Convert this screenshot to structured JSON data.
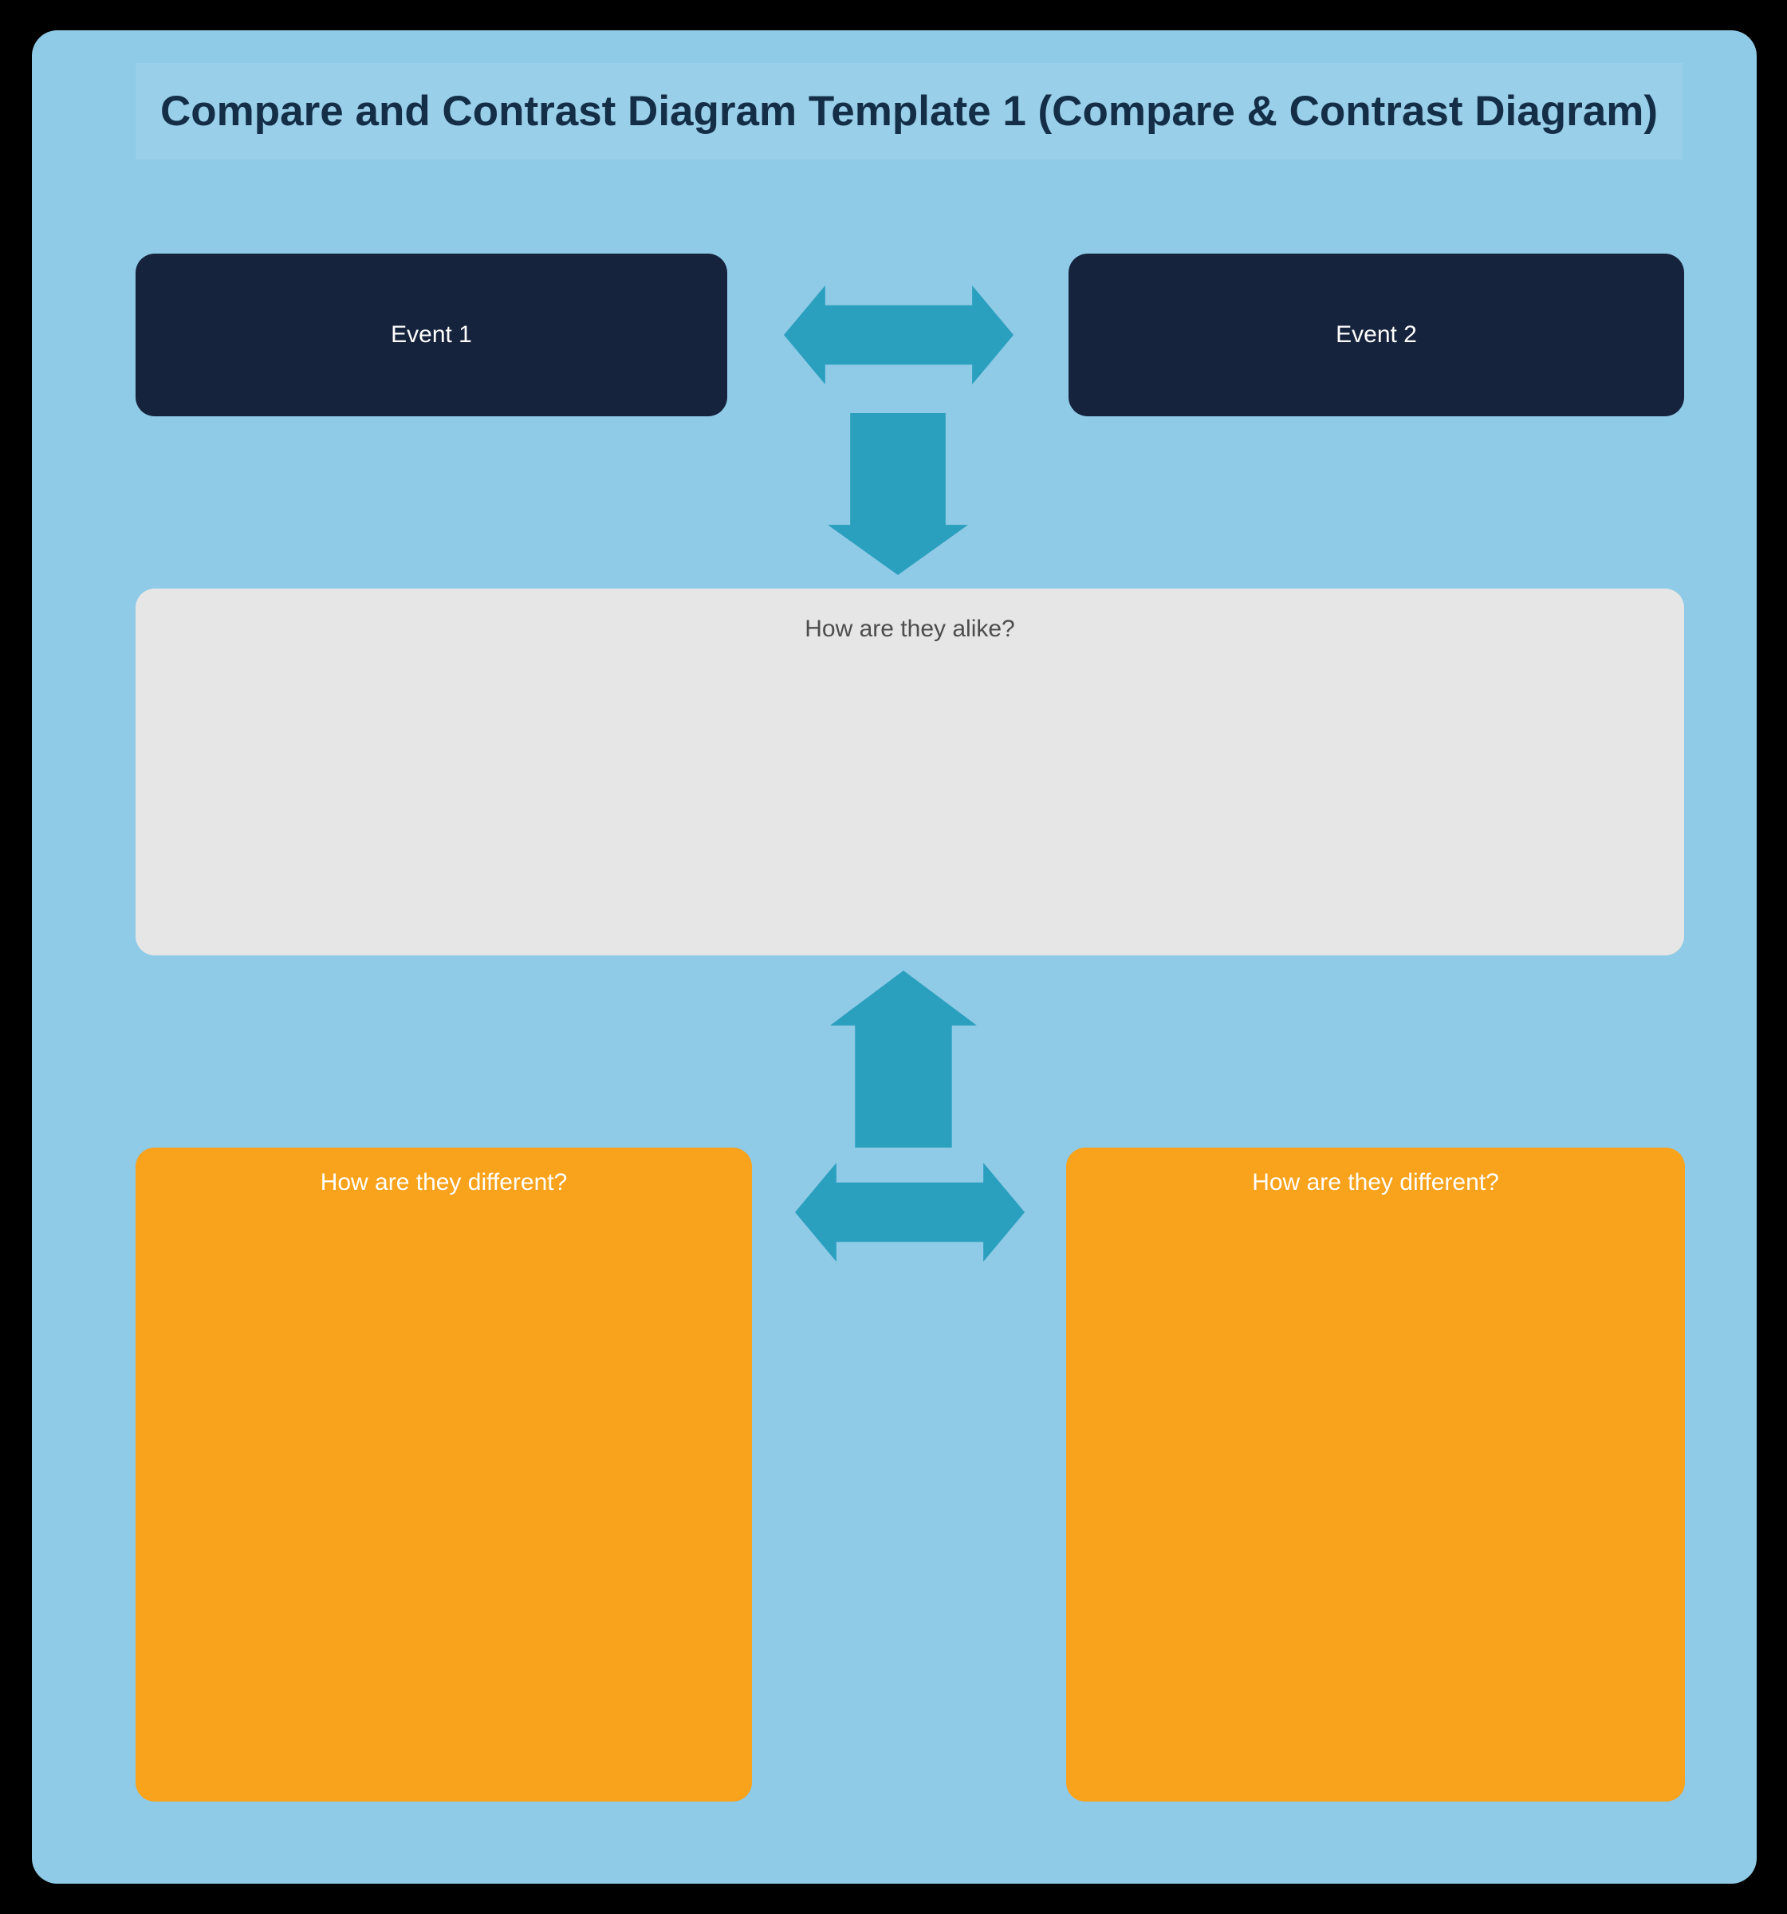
{
  "canvas": {
    "title": "Compare and Contrast Diagram Template 1 (Compare & Contrast Diagram)"
  },
  "nodes": {
    "event1": {
      "label": "Event 1"
    },
    "event2": {
      "label": "Event 2"
    },
    "alike": {
      "label": "How are they alike?"
    },
    "different_left": {
      "label": "How are they different?"
    },
    "different_right": {
      "label": "How are they different?"
    }
  },
  "icons": {
    "between_events": "double-horizontal-arrow",
    "events_to_alike": "down-arrow",
    "different_to_alike": "up-arrow",
    "between_differents": "double-horizontal-arrow"
  },
  "colors": {
    "page_background": "#000000",
    "panel_blue": "#8FCAE7",
    "title_text": "#142E47",
    "navy_box": "#16233C",
    "teal_arrow": "#2AA0BE",
    "gray_box": "#E6E6E6",
    "gray_box_text": "#4D4D4D",
    "orange_box": "#F9A21C",
    "white_text": "#FFFFFF"
  }
}
